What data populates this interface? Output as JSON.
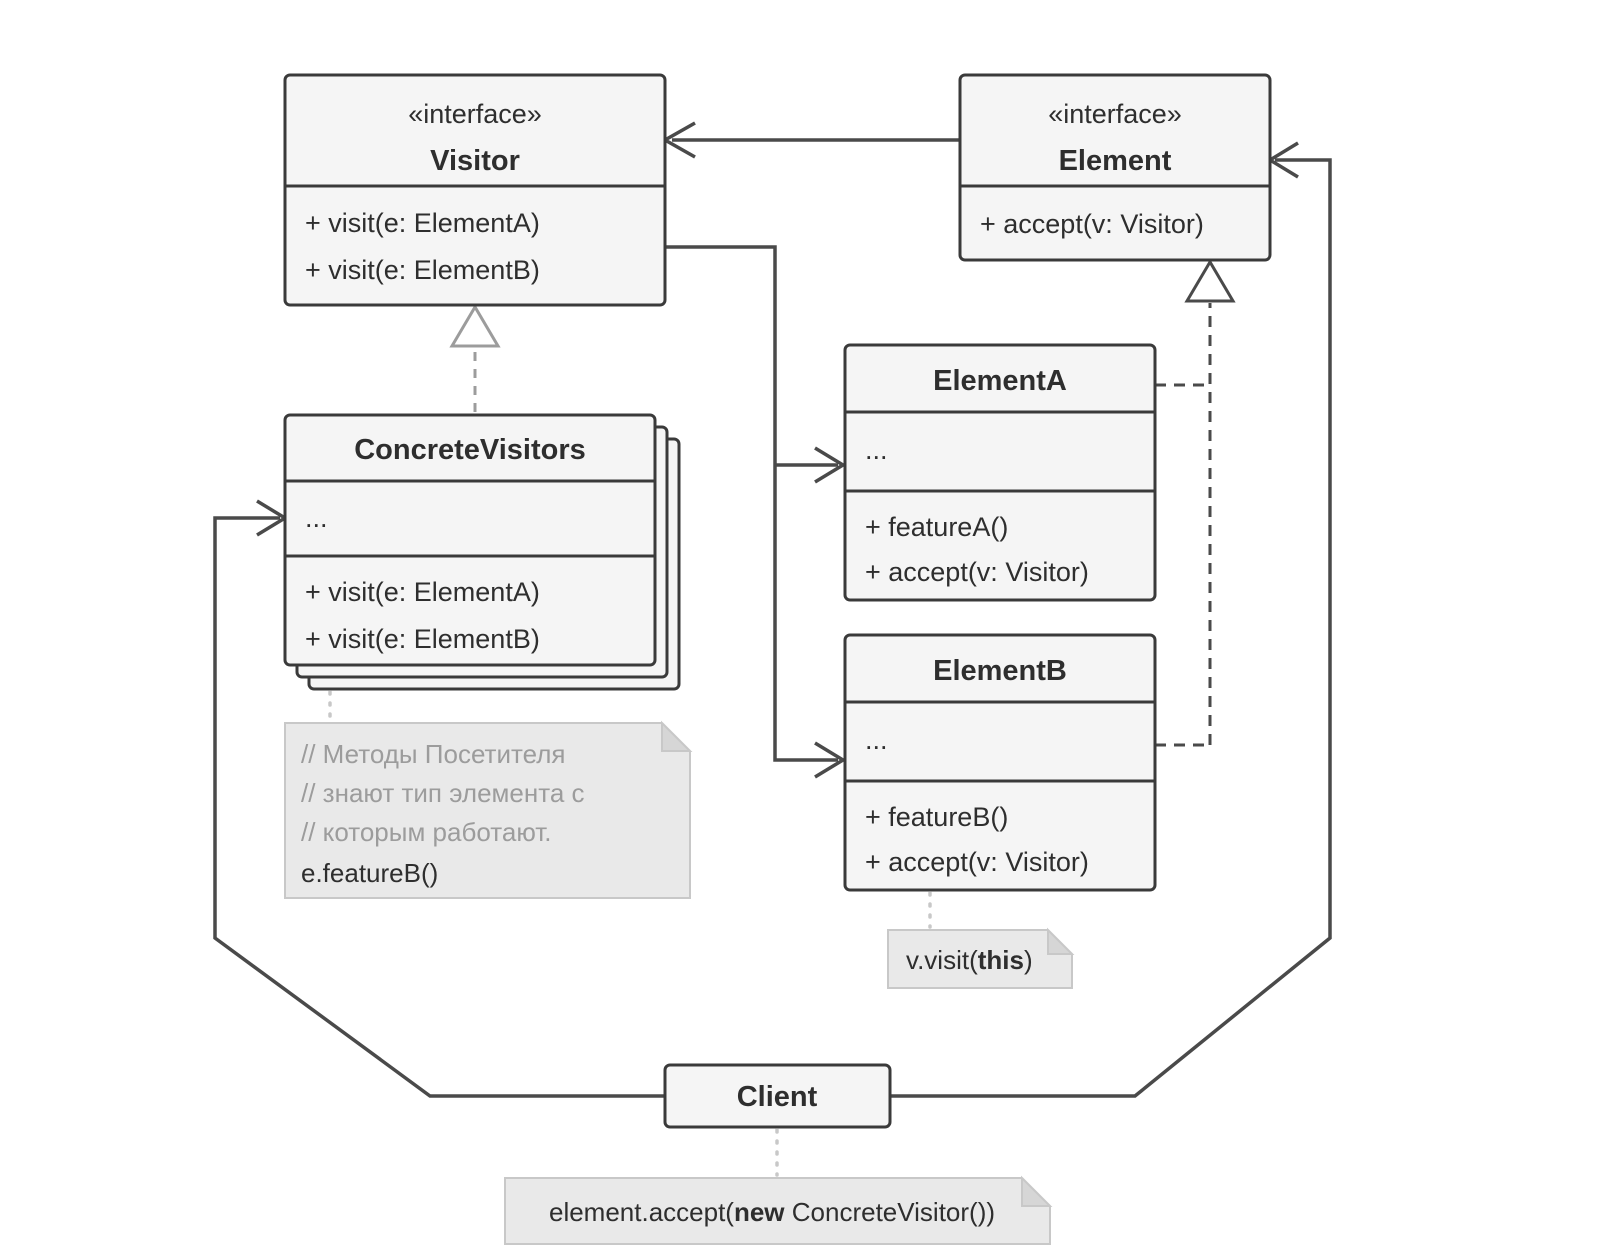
{
  "diagram": {
    "classes": {
      "visitor": {
        "stereotype": "«interface»",
        "name": "Visitor",
        "methods": [
          "+ visit(e: ElementA)",
          "+ visit(e: ElementB)"
        ]
      },
      "element": {
        "stereotype": "«interface»",
        "name": "Element",
        "methods": [
          "+ accept(v: Visitor)"
        ]
      },
      "concrete_visitors": {
        "name": "ConcreteVisitors",
        "fields": [
          "..."
        ],
        "methods": [
          "+ visit(e: ElementA)",
          "+ visit(e: ElementB)"
        ]
      },
      "element_a": {
        "name": "ElementA",
        "fields": [
          "..."
        ],
        "methods": [
          "+ featureA()",
          "+ accept(v: Visitor)"
        ]
      },
      "element_b": {
        "name": "ElementB",
        "fields": [
          "..."
        ],
        "methods": [
          "+ featureB()",
          "+ accept(v: Visitor)"
        ]
      },
      "client": {
        "name": "Client"
      }
    },
    "notes": {
      "visitor_note": {
        "lines": [
          "// Методы Посетителя",
          "// знают тип элемента с",
          "// которым работают."
        ],
        "code": "e.featureB()"
      },
      "element_b_note": {
        "pre": "v.visit(",
        "bold": "this",
        "post": ")"
      },
      "client_note": {
        "pre": "element.accept(",
        "bold": "new",
        "post": " ConcreteVisitor())"
      }
    },
    "colors": {
      "box_fill": "#f5f5f5",
      "box_border": "#3a3a3a",
      "line": "#4a4a4a",
      "gray_line": "#9c9c9c",
      "note_fill": "#e9e9e9",
      "note_border": "#c8c8c8",
      "note_gray_text": "#9c9c9c",
      "text": "#2e2e2e"
    }
  }
}
